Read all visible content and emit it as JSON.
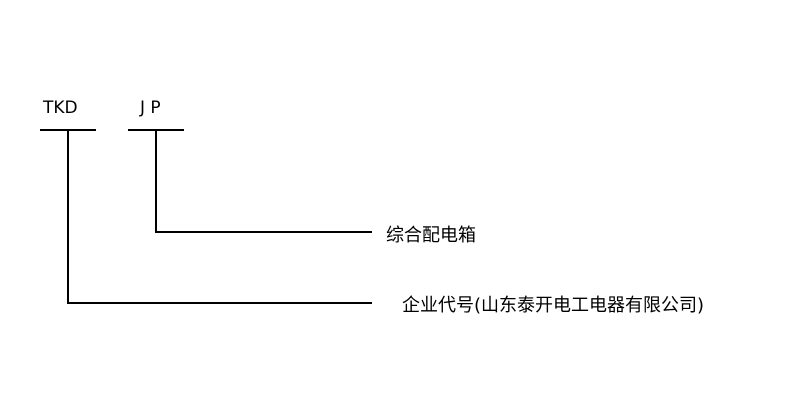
{
  "codes": [
    {
      "text": "TKD"
    },
    {
      "text": "J P"
    }
  ],
  "labels": [
    {
      "text": "综合配电箱"
    },
    {
      "text": "企业代号(山东泰开电工电器有限公司)"
    }
  ]
}
